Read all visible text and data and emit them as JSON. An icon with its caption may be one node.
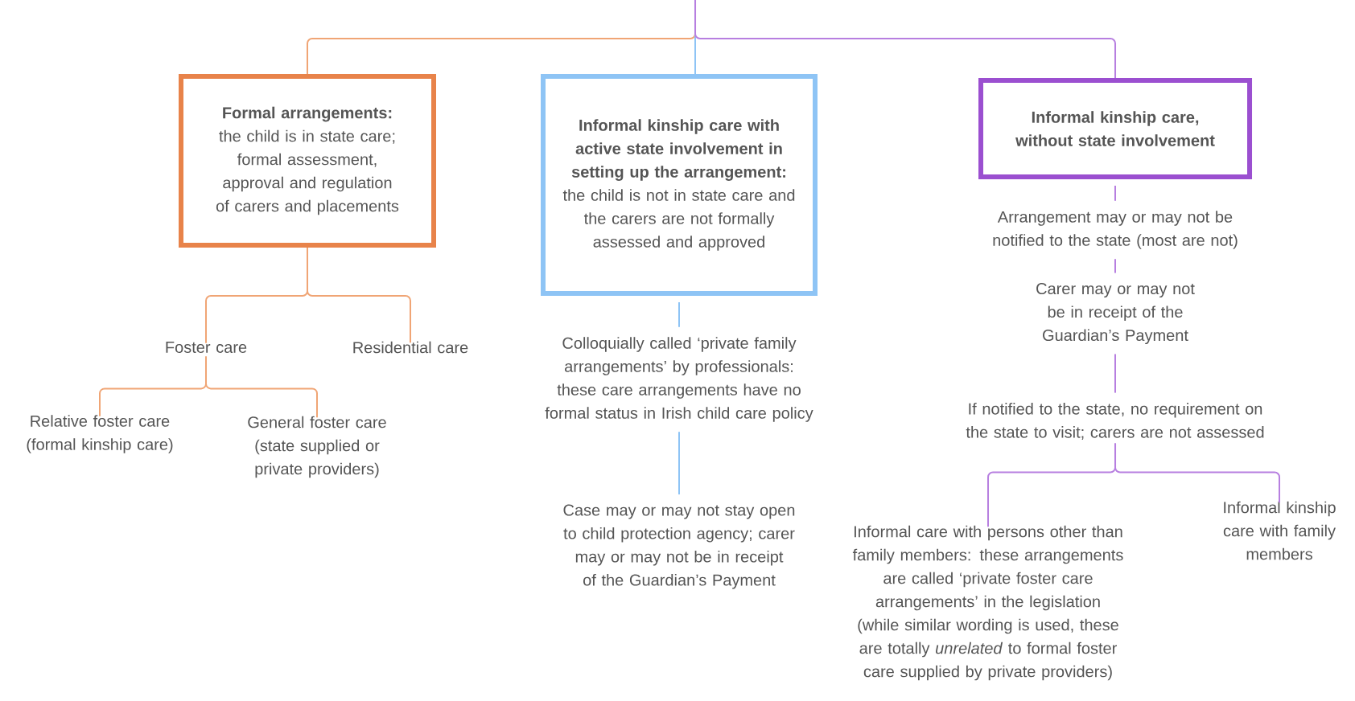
{
  "diagram": {
    "nodes": [
      {
        "text": [
          "**Formal arrangements:** the child is in state care; formal assessment, approval and regulation of carers and placements"
        ]
      },
      {
        "text": [
          "Foster care"
        ]
      },
      {
        "text": [
          "Residential care"
        ]
      },
      {
        "text": [
          "Relative foster care (formal kinship care)"
        ]
      },
      {
        "text": [
          "General foster care (state supplied or private providers)"
        ]
      },
      {
        "text": [
          "**Informal kinship care with active state involvement in setting up the arrangement:** the child is not in state care and the carers are not formally assessed and approved"
        ]
      },
      {
        "text": [
          "Colloquially called ‘private family arrangements’ by professionals: these care arrangements have no formal status in Irish child care policy"
        ]
      },
      {
        "text": [
          "Case may or may not stay open to child protection agency; carer may or may not be in receipt of the Guardian’s Payment"
        ]
      },
      {
        "text": [
          "Informal kinship care, without state involvement"
        ]
      },
      {
        "text": [
          "Arrangement may or may not be notified to the state (most are not)"
        ]
      },
      {
        "text": [
          "Carer may or may not be in receipt of the Guardian’s Payment"
        ]
      },
      {
        "text": [
          "If notified to the state, no requirement on the state to visit; carers are not assessed"
        ]
      },
      {
        "text": [
          "Informal care with persons other than family members: these arrangements are called ‘private foster care arrangements’ in the legislation (while similar wording is used, these are totally *unrelated* to formal foster care supplied by private providers)"
        ]
      },
      {
        "text": [
          "Informal kinship care with family members"
        ]
      }
    ],
    "edges": [
      {
        "from": null,
        "to": 0,
        "arrow": "none",
        "color": "#f0a575"
      },
      {
        "from": null,
        "to": 5,
        "arrow": "none",
        "color": "#8ec4f5"
      },
      {
        "from": null,
        "to": 8,
        "arrow": "none",
        "color": "#b77fe0"
      },
      {
        "from": 0,
        "to": 1,
        "arrow": "none",
        "color": "#f0a575"
      },
      {
        "from": 0,
        "to": 2,
        "arrow": "none",
        "color": "#f0a575"
      },
      {
        "from": 1,
        "to": 3,
        "arrow": "none",
        "color": "#f0a575"
      },
      {
        "from": 1,
        "to": 4,
        "arrow": "none",
        "color": "#f0a575"
      },
      {
        "from": 5,
        "to": 6,
        "arrow": "none",
        "color": "#8ec4f5"
      },
      {
        "from": 6,
        "to": 7,
        "arrow": "none",
        "color": "#8ec4f5"
      },
      {
        "from": 8,
        "to": 9,
        "arrow": "none",
        "color": "#b77fe0"
      },
      {
        "from": 9,
        "to": 10,
        "arrow": "none",
        "color": "#b77fe0"
      },
      {
        "from": 10,
        "to": 11,
        "arrow": "none",
        "color": "#b77fe0"
      },
      {
        "from": 11,
        "to": 12,
        "arrow": "none",
        "color": "#b77fe0"
      },
      {
        "from": 11,
        "to": 13,
        "arrow": "none",
        "color": "#b77fe0"
      }
    ]
  }
}
